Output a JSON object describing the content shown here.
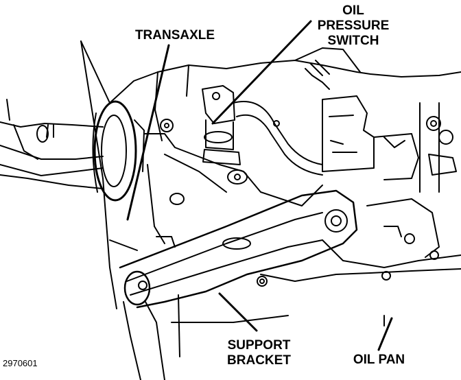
{
  "labels": {
    "transaxle": "TRANSAXLE",
    "oil_pressure_switch": [
      "OIL",
      "PRESSURE",
      "SWITCH"
    ],
    "support_bracket": [
      "SUPPORT",
      "BRACKET"
    ],
    "oil_pan": "OIL PAN"
  },
  "figure_id": "2970601",
  "colors": {
    "ink": "#000000",
    "paper": "#ffffff"
  }
}
